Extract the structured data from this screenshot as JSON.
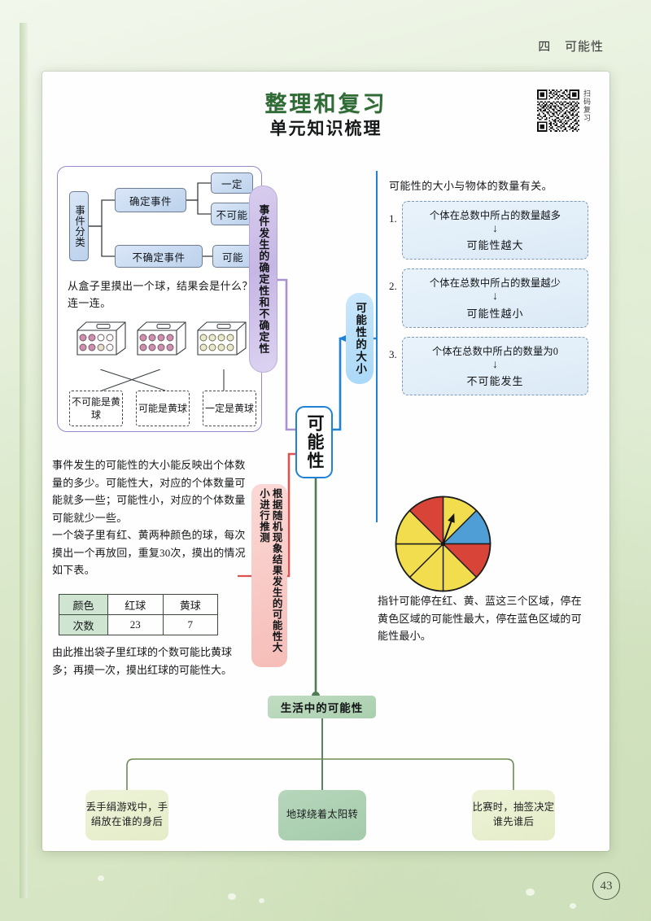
{
  "page": {
    "header_unit": "四",
    "header_title": "可能性",
    "page_number": "43",
    "title_main": "整理和复习",
    "title_sub": "单元知识梳理",
    "qr_label": "扫码复习",
    "qr_icon": "qr-code-icon"
  },
  "center": {
    "label": "可能性"
  },
  "branch_labels": {
    "certainty": "事件发生的确定性和不确定性",
    "magnitude": "可能性的大小",
    "inference": "根据随机现象结果发生的可能性大小进行推测",
    "life": "生活中的可能性"
  },
  "tree": {
    "root": "事件分类",
    "level1": [
      "确定事件",
      "不确定事件"
    ],
    "certain_children": [
      "一定",
      "不可能"
    ],
    "uncertain_children": [
      "可能"
    ]
  },
  "question": {
    "text": "从盒子里摸出一个球，结果会是什么？连一连。",
    "boxes": [
      {
        "name": "box-mixed",
        "balls": [
          "pink",
          "pink",
          "white",
          "white",
          "pink",
          "pink",
          "cream",
          "white"
        ]
      },
      {
        "name": "box-all-pink",
        "balls": [
          "pink",
          "pink",
          "pink",
          "pink",
          "pink",
          "pink",
          "pink",
          "pink"
        ]
      },
      {
        "name": "box-all-yellow",
        "balls": [
          "cream",
          "cream",
          "cream",
          "cream",
          "cream",
          "cream",
          "cream",
          "cream"
        ]
      }
    ],
    "answers": [
      "不可能是黄球",
      "可能是黄球",
      "一定是黄球"
    ]
  },
  "magnitude_panel": {
    "heading": "可能性的大小与物体的数量有关。",
    "items": [
      {
        "num": "1.",
        "premise": "个体在总数中所占的数量越多",
        "arrow": "↓",
        "result": "可能性越大"
      },
      {
        "num": "2.",
        "premise": "个体在总数中所占的数量越少",
        "arrow": "↓",
        "result": "可能性越小"
      },
      {
        "num": "3.",
        "premise": "个体在总数中所占的数量为0",
        "arrow": "↓",
        "result": "不可能发生"
      }
    ]
  },
  "inference_panel": {
    "para1": "事件发生的可能性的大小能反映出个体数量的多少。可能性大，对应的个体数量可能就多一些；可能性小，对应的个体数量可能就少一些。",
    "para2": "一个袋子里有红、黄两种颜色的球，每次摸出一个再放回，重复30次，摸出的情况如下表。",
    "conclusion": "由此推出袋子里红球的个数可能比黄球多；再摸一次，摸出红球的可能性大。"
  },
  "chart_data": [
    {
      "type": "table",
      "title": "摸球情况统计表",
      "row_headers": [
        "颜色",
        "次数"
      ],
      "categories": [
        "红球",
        "黄球"
      ],
      "values": [
        23,
        7
      ],
      "total": 30
    },
    {
      "type": "pie",
      "title": "转盘（指针）",
      "sectors": [
        {
          "label": "黄",
          "color": "#f2dd4e",
          "start_deg": 0,
          "end_deg": 45
        },
        {
          "label": "蓝",
          "color": "#4f9fd6",
          "start_deg": 45,
          "end_deg": 90
        },
        {
          "label": "红",
          "color": "#d94438",
          "start_deg": 90,
          "end_deg": 135
        },
        {
          "label": "黄",
          "color": "#f2dd4e",
          "start_deg": 135,
          "end_deg": 180
        },
        {
          "label": "黄",
          "color": "#f2dd4e",
          "start_deg": 180,
          "end_deg": 225
        },
        {
          "label": "黄",
          "color": "#f2dd4e",
          "start_deg": 225,
          "end_deg": 270
        },
        {
          "label": "红",
          "color": "#d94438",
          "start_deg": 270,
          "end_deg": 315
        },
        {
          "label": "黄",
          "color": "#f2dd4e",
          "start_deg": 315,
          "end_deg": 360
        }
      ],
      "counts": {
        "黄": 5,
        "红": 2,
        "蓝": 1
      },
      "slices_total": 8,
      "pointer_deg": 20,
      "legend": [
        "红",
        "黄",
        "蓝"
      ]
    }
  ],
  "spinner_caption": "指针可能停在红、黄、蓝这三个区域，停在黄色区域的可能性最大，停在蓝色区域的可能性最小。",
  "life_examples": [
    "丢手绢游戏中，手绢放在谁的身后",
    "地球绕着太阳转",
    "比赛时，抽签决定谁先谁后"
  ],
  "colors": {
    "title_green": "#2f6b34",
    "purple": "#9a86c9",
    "blue": "#1f82d6",
    "red": "#d9534f",
    "green": "#5a8a5e",
    "table_header": "#cfe5d2"
  }
}
